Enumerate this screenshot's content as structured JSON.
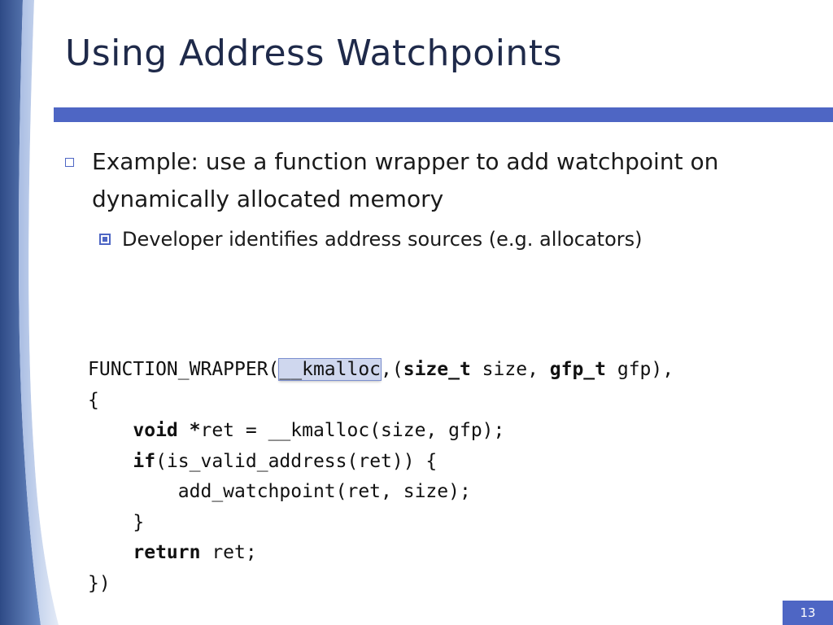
{
  "slide": {
    "title": "Using Address Watchpoints",
    "bullet_1": "Example: use a function wrapper to add watchpoint on dynamically allocated memory",
    "bullet_2": "Developer identifies address sources (e.g. allocators)",
    "page_number": "13"
  },
  "code": {
    "l1_a": "FUNCTION_WRAPPER(",
    "l1_b": "__kmalloc",
    "l1_c": ",(",
    "l1_d": "size_t",
    "l1_e": " size, ",
    "l1_f": "gfp_t",
    "l1_g": " gfp),",
    "l2": "{",
    "l3_a": "    ",
    "l3_b": "void *",
    "l3_c": "ret = __kmalloc(size, gfp);",
    "l4_a": "    ",
    "l4_b": "if",
    "l4_c": "(is_valid_address(ret)) {",
    "l5": "        add_watchpoint(ret, size);",
    "l6": "    }",
    "l7_a": "    ",
    "l7_b": "return",
    "l7_c": " ret;",
    "l8": "})"
  },
  "colors": {
    "accent": "#4e66c4",
    "title": "#1f2a4a",
    "highlight": "#cfd7ee"
  }
}
